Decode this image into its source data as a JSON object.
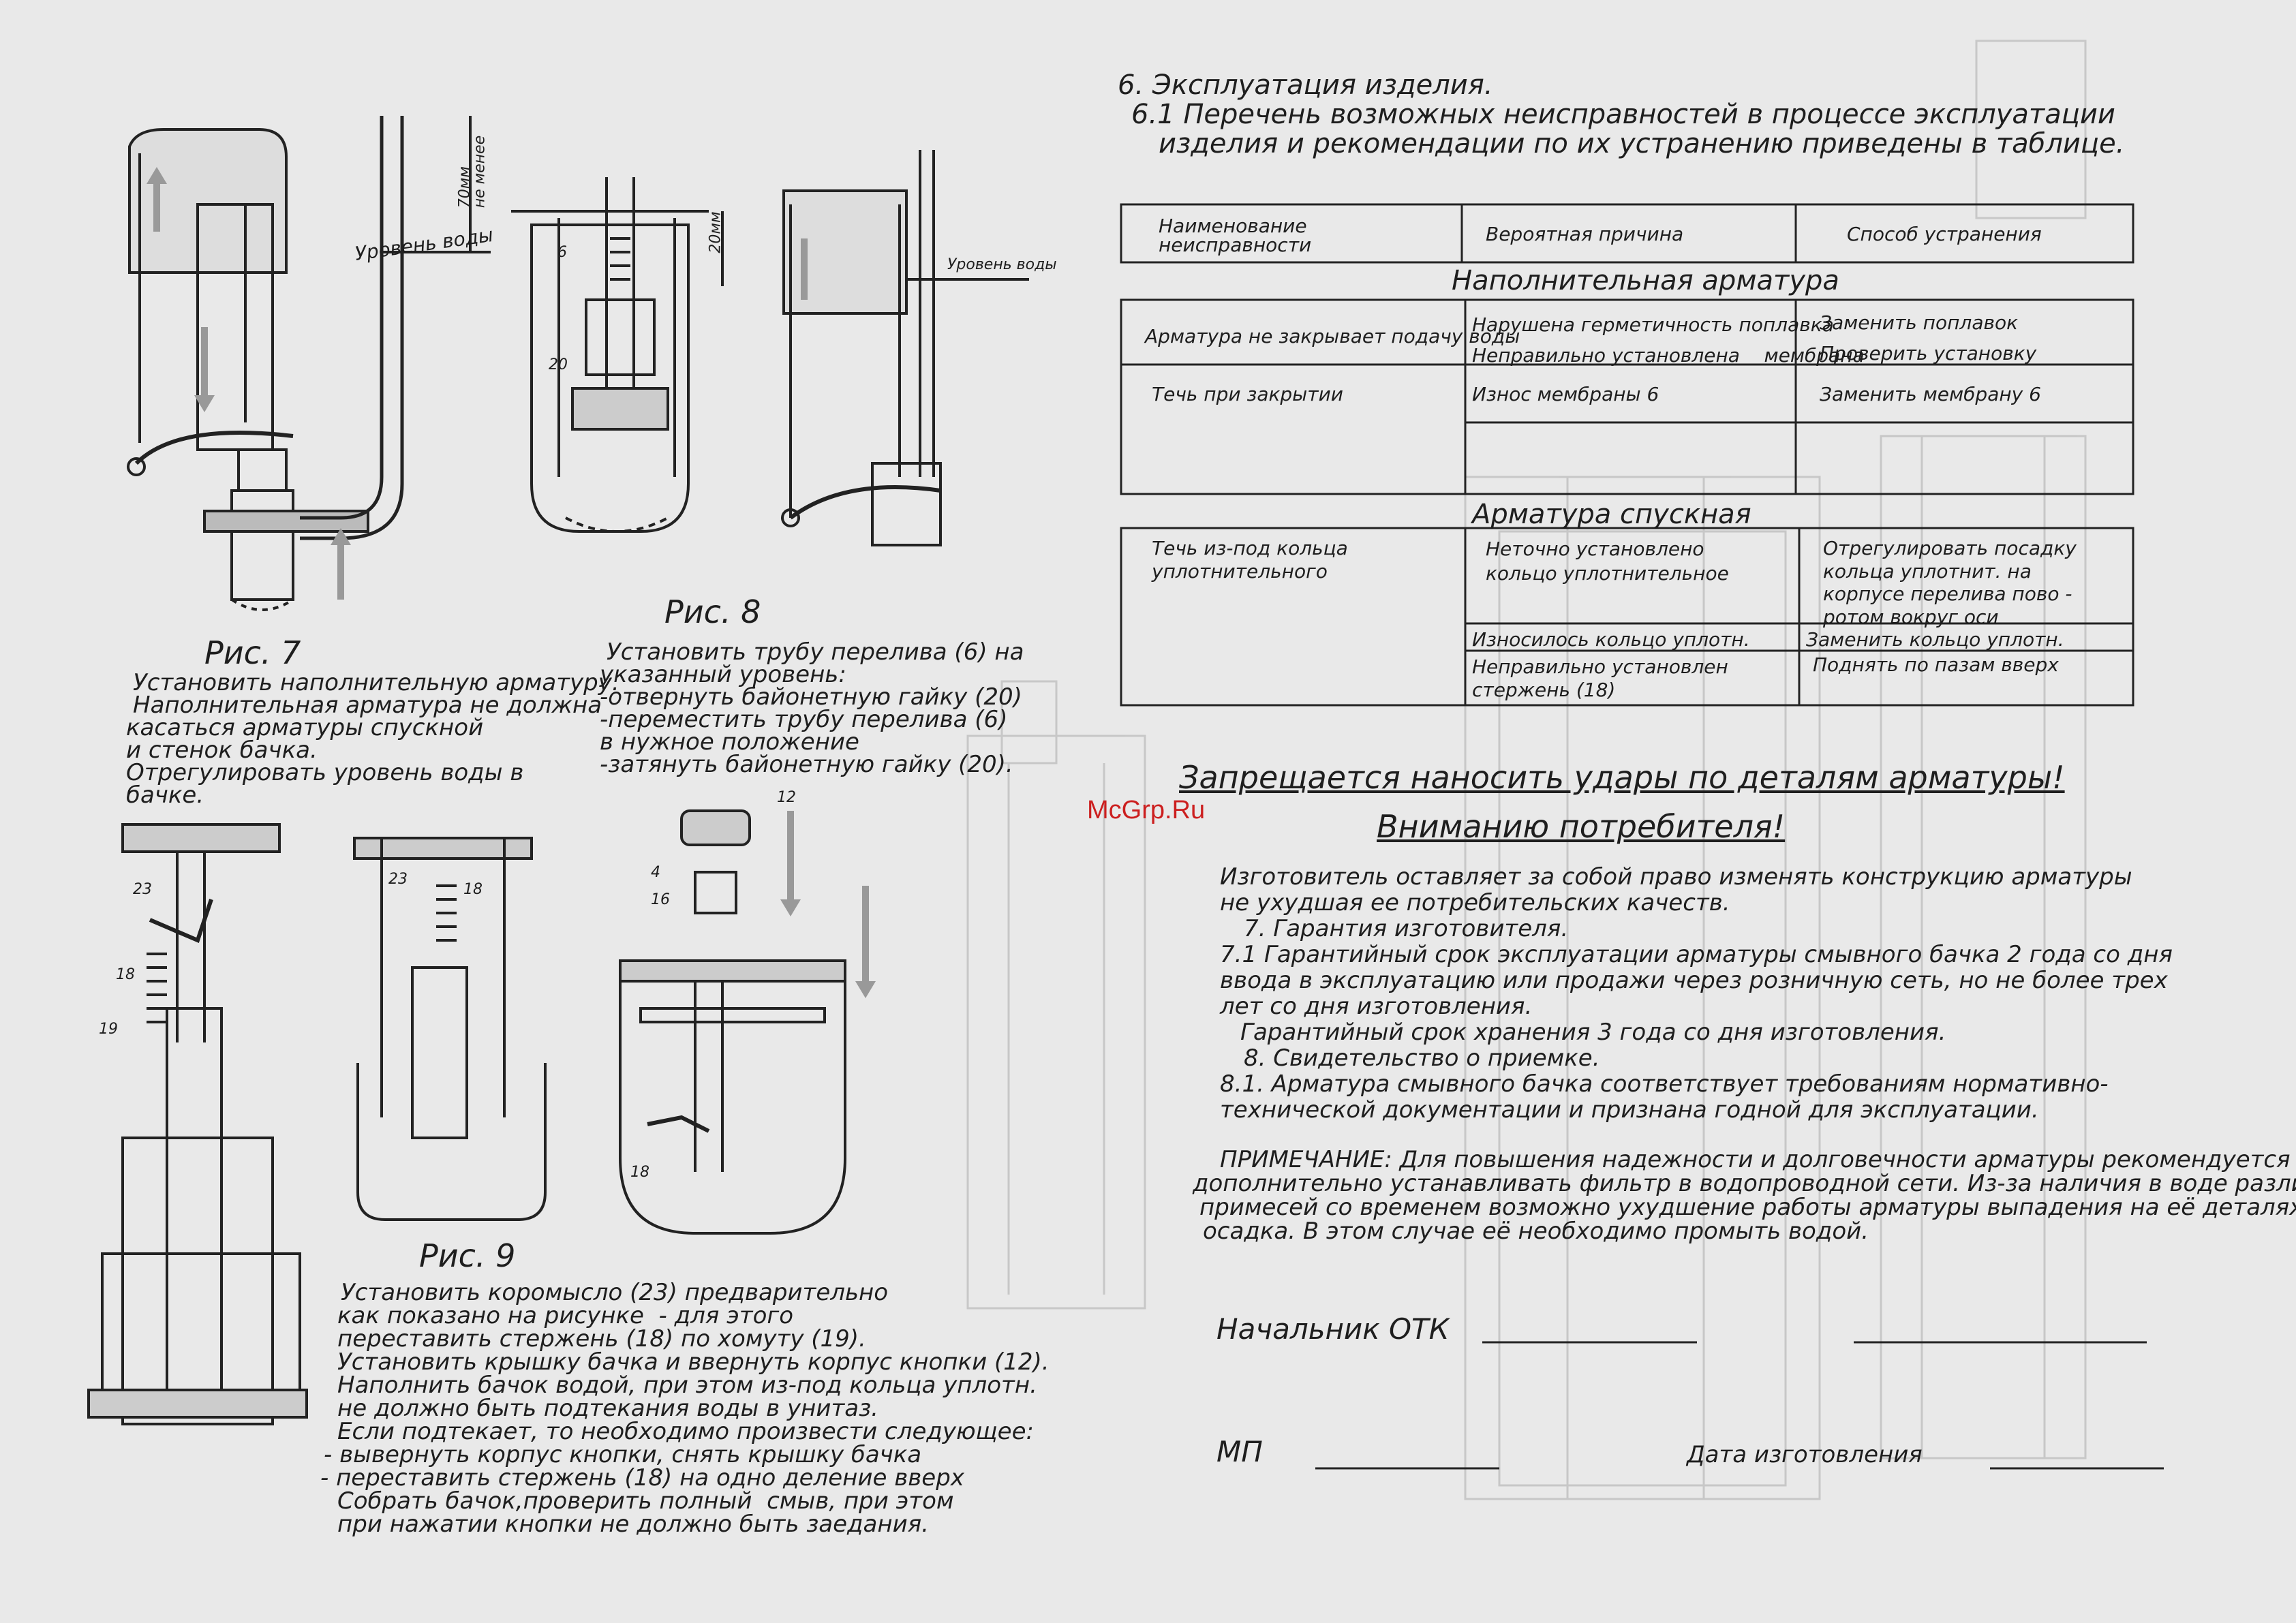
{
  "watermark": "McGrp.Ru",
  "section6": {
    "title": "6. Эксплуатация изделия.",
    "sub_line1": "6.1 Перечень возможных неисправностей в процессе эксплуатации",
    "sub_line2": "изделия и рекомендации по их устранению приведены в таблице."
  },
  "table": {
    "headers": [
      "Наименование неисправности",
      "Вероятная причина",
      "Способ устранения"
    ],
    "group1": "Наполнительная арматура",
    "group1_rows": [
      {
        "fault": "Арматура не закрывает подачу воды",
        "cause": "Нарушена герметичность поплавка\nНеправильно установлена    мембрана",
        "fix": "Заменить поплавок\nПроверить установку"
      },
      {
        "fault": "Течь при закрытии",
        "cause": "Износ мембраны 6",
        "fix": "Заменить мембрану 6"
      }
    ],
    "group2": "Арматура спускная",
    "group2_rows": [
      {
        "fault": "Течь из-под кольца\nуплотнительного",
        "cause": "Неточно установлено\nкольцо уплотнительное",
        "fix": "Отрегулировать посадку\nкольца уплотнит. на\nкорпусе перелива пово -\nротом вокруг оси"
      },
      {
        "fault": "",
        "cause": "Износилось кольцо уплотн.",
        "fix": "Заменить кольцо уплотн."
      },
      {
        "fault": "",
        "cause": "Неправильно установлен\nстержень (18)",
        "fix": "Поднять по пазам вверх"
      }
    ]
  },
  "warnings": {
    "no_hits": "Запрещается наносить удары по деталям арматуры!",
    "attention": "Вниманию потребителя!"
  },
  "consumer_text": [
    "Изготовитель оставляет за собой право изменять конструкцию арматуры",
    "не ухудшая ее потребительских качеств.",
    "7. Гарантия изготовителя.",
    "7.1 Гарантийный срок эксплуатации арматуры смывного бачка 2 года со дня",
    "ввода в эксплуатацию или продажи через розничную сеть, но не более трех",
    "лет со дня изготовления.",
    "Гарантийный срок хранения 3 года со дня изготовления.",
    "8. Свидетельство о приемке.",
    "8.1. Арматура смывного бачка соответствует требованиям нормативно-",
    "технической документации и признана годной для эксплуатации."
  ],
  "note_text": [
    "ПРИМЕЧАНИЕ: Для повышения надежности и долговечности арматуры рекомендуется",
    "дополнительно устанавливать фильтр в водопроводной сети. Из-за наличия в воде различных",
    "примесей со временем возможно ухудшение работы арматуры выпадения на её деталях",
    "осадка. В этом случае её необходимо промыть водой."
  ],
  "signatures": {
    "otk": "Начальник ОТК",
    "mp": "МП",
    "date": "Дата изготовления"
  },
  "fig7": {
    "caption": "Рис. 7",
    "labels": {
      "water_level": "Уровень воды",
      "dim": "70мм\nне менее"
    },
    "text": [
      "Установить наполнительную арматуру.",
      "Наполнительная арматура не должна",
      "касаться арматуры спускной",
      "и стенок бачка.",
      "Отрегулировать уровень воды в",
      "бачке."
    ]
  },
  "fig8": {
    "caption": "Рис. 8",
    "labels": {
      "dim": "20мм",
      "p6": "6",
      "p20": "20",
      "water_level": "Уровень воды"
    },
    "text": [
      "Установить трубу перелива (6) на",
      "указанный уровень:",
      "-отвернуть байонетную гайку (20)",
      "-переместить трубу перелива (6)",
      "в нужное положение",
      "-затянуть байонетную гайку (20)."
    ]
  },
  "fig9": {
    "caption": "Рис. 9",
    "labels": {
      "p23a": "23",
      "p18a": "18",
      "p19": "19",
      "p23b": "23",
      "p18b": "18",
      "p12": "12",
      "p4": "4",
      "p16": "16",
      "p18c": "18"
    },
    "text": [
      "Установить коромысло (23) предварительно",
      "как показано на рисунке  - для этого",
      "переставить стержень (18) по хомуту (19).",
      "Установить крышку бачка и ввернуть корпус кнопки (12).",
      "Наполнить бачок водой, при этом из-под кольца уплотн.",
      "не должно быть подтекания воды в унитаз.",
      "Если подтекает, то необходимо произвести следующее:",
      "- вывернуть корпус кнопки, снять крышку бачка",
      "- переставить стержень (18) на одно деление вверх",
      "Собрать бачок,проверить полный  смыв, при этом",
      "при нажатии кнопки не должно быть заедания."
    ]
  }
}
